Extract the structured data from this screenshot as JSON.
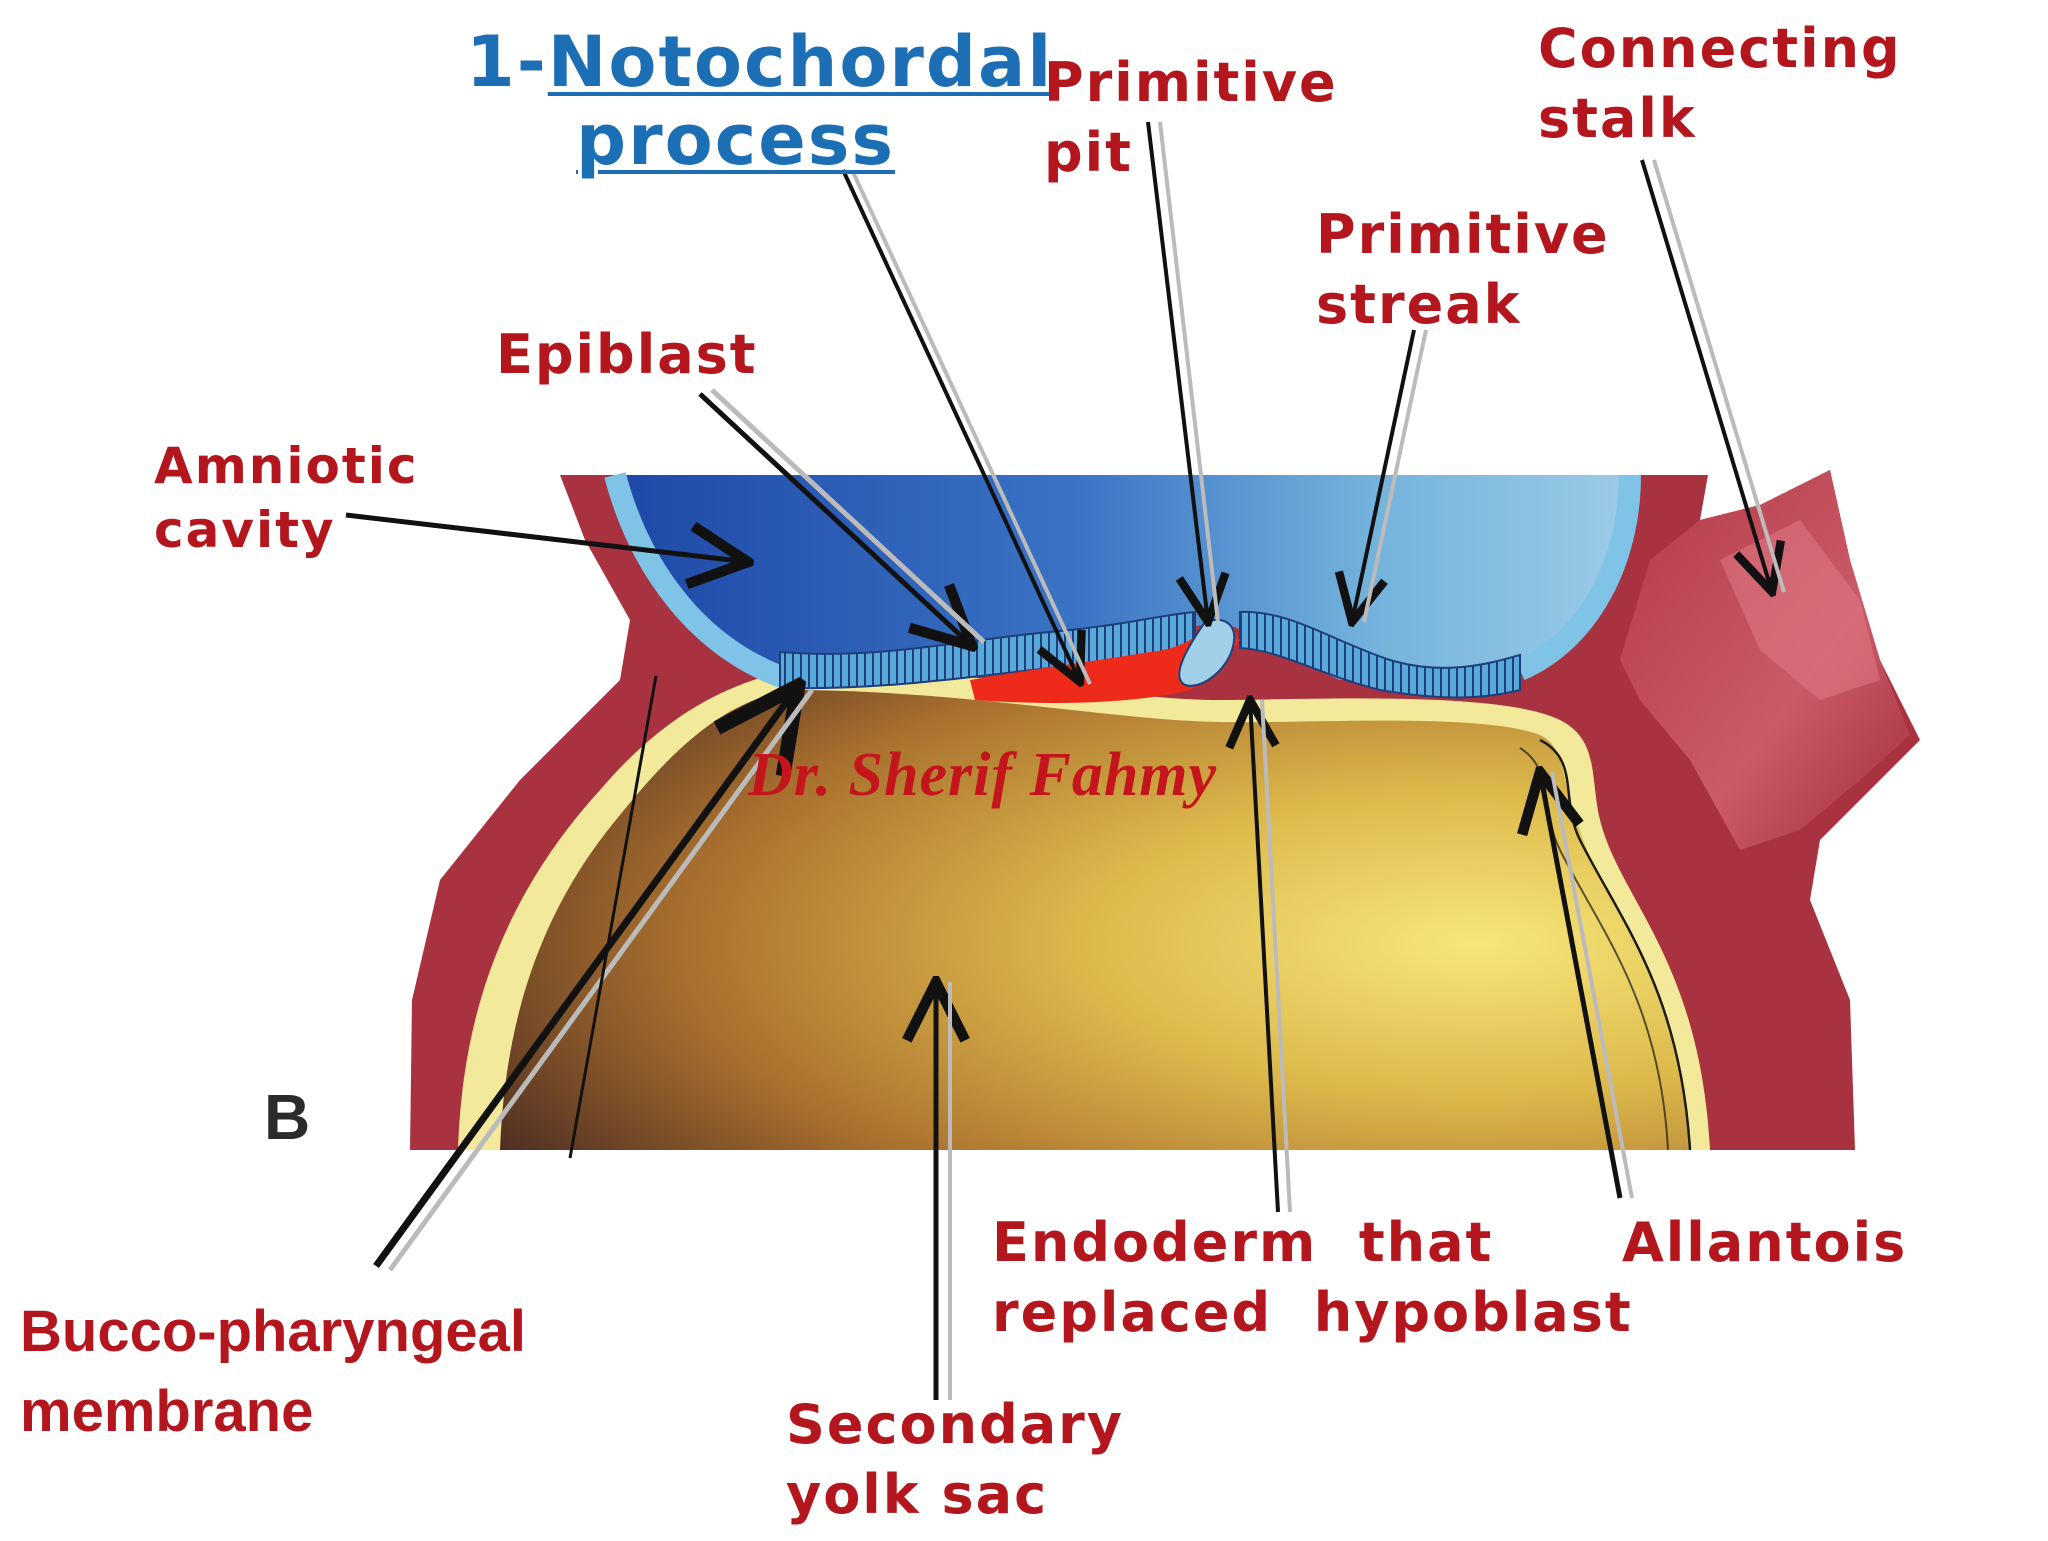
{
  "title": {
    "prefix": "1-",
    "line1": "Notochordal",
    "line2": "process"
  },
  "panel_letter": "B",
  "watermark": "Dr. Sherif Fahmy",
  "labels": {
    "primitive_pit": [
      "Primitive",
      "pit"
    ],
    "connecting_stalk": [
      "Connecting",
      "stalk"
    ],
    "primitive_streak": [
      "Primitive",
      "streak"
    ],
    "epiblast": [
      "Epiblast"
    ],
    "amniotic_cavity": [
      "Amniotic",
      "cavity"
    ],
    "endoderm": [
      "Endoderm  that",
      "replaced  hypoblast"
    ],
    "allantois": [
      "Allantois"
    ],
    "bucco_pharyngeal": [
      "Bucco-pharyngeal",
      "membrane"
    ],
    "secondary_yolk_sac": [
      "Secondary",
      "yolk sac"
    ]
  },
  "colors": {
    "label_red": "#b3161c",
    "title_blue": "#1c6fb4",
    "mesoderm_red": "#a8323f",
    "amnion_blue": "#2f5fb8",
    "yolk_yellow": "#e8cf56",
    "notochord_red": "#ee2a1a"
  }
}
